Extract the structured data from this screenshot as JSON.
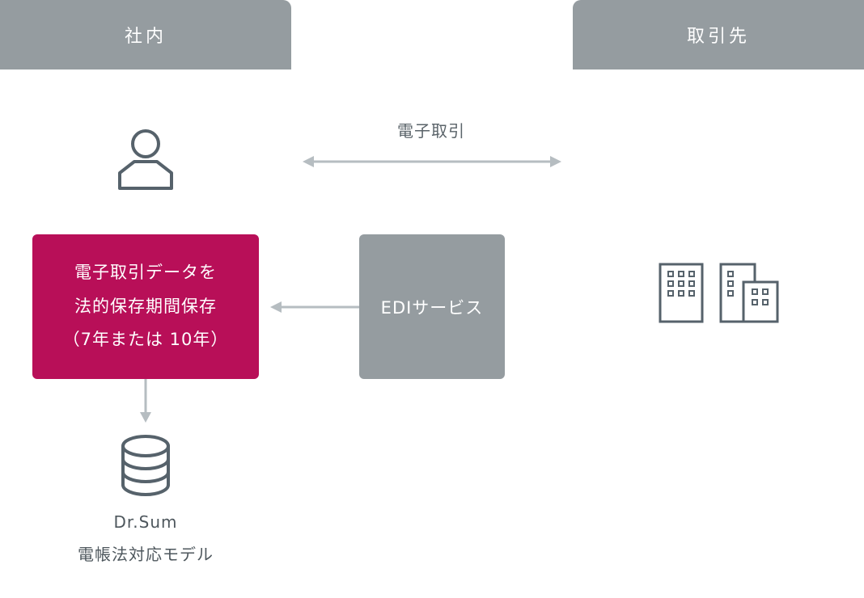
{
  "headers": {
    "internal": "社内",
    "partner": "取引先"
  },
  "flow": {
    "transaction_label": "電子取引"
  },
  "storage_box": {
    "lines": [
      "電子取引データを",
      "法的保存期間保存",
      "（7年または 10年）"
    ]
  },
  "edi_box": {
    "label": "EDIサービス"
  },
  "database": {
    "name": "Dr.Sum",
    "model": "電帳法対応モデル"
  },
  "icons": {
    "user": "person-icon",
    "storage": "database-icon",
    "partner": "building-icon"
  },
  "colors": {
    "header": "#959ca0",
    "accent": "#b80f58",
    "icon": "#56626b",
    "arrow": "#b6bdc1",
    "text": "#4e575d"
  }
}
